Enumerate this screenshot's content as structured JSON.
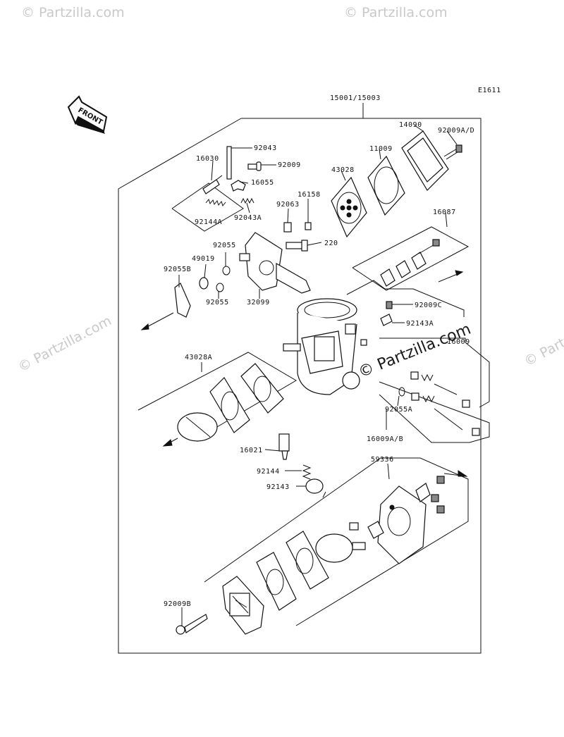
{
  "diagram_code": "E1611",
  "front_label": "FRONT",
  "watermarks": [
    "© Partzilla.com",
    "© Partzilla.com",
    "© Partzilla.com",
    "© Partzilla.com"
  ],
  "center_watermark": "© Partzilla.com",
  "labels": [
    {
      "id": "15001-15003",
      "text": "15001/15003"
    },
    {
      "id": "14090",
      "text": "14090"
    },
    {
      "id": "92009A-D",
      "text": "92009A/D"
    },
    {
      "id": "11009",
      "text": "11009"
    },
    {
      "id": "43028",
      "text": "43028"
    },
    {
      "id": "92043",
      "text": "92043"
    },
    {
      "id": "92009-top",
      "text": "92009"
    },
    {
      "id": "16030",
      "text": "16030"
    },
    {
      "id": "16055",
      "text": "16055"
    },
    {
      "id": "16158",
      "text": "16158"
    },
    {
      "id": "92063",
      "text": "92063"
    },
    {
      "id": "92043A",
      "text": "92043A"
    },
    {
      "id": "92144A",
      "text": "92144A"
    },
    {
      "id": "16087",
      "text": "16087"
    },
    {
      "id": "220",
      "text": "220"
    },
    {
      "id": "92055-a",
      "text": "92055"
    },
    {
      "id": "49019",
      "text": "49019"
    },
    {
      "id": "92055B",
      "text": "92055B"
    },
    {
      "id": "92055-b",
      "text": "92055"
    },
    {
      "id": "32099",
      "text": "32099"
    },
    {
      "id": "92009C",
      "text": "92009C"
    },
    {
      "id": "92143A",
      "text": "92143A"
    },
    {
      "id": "16009",
      "text": "16009"
    },
    {
      "id": "43028A",
      "text": "43028A"
    },
    {
      "id": "92055A",
      "text": "92055A"
    },
    {
      "id": "16009A-B",
      "text": "16009A/B"
    },
    {
      "id": "16021",
      "text": "16021"
    },
    {
      "id": "92144",
      "text": "92144"
    },
    {
      "id": "92143",
      "text": "92143"
    },
    {
      "id": "59336",
      "text": "59336"
    },
    {
      "id": "92009B",
      "text": "92009B"
    }
  ]
}
